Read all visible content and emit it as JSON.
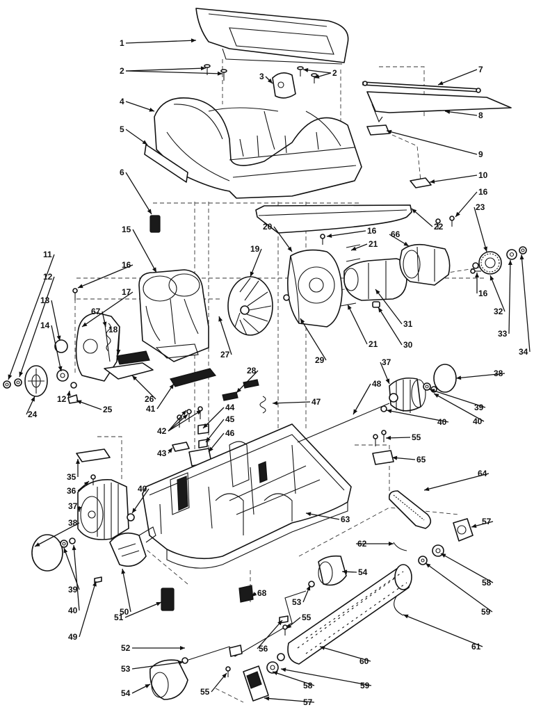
{
  "diagram": {
    "type": "exploded-parts-diagram",
    "line_color": "#111111",
    "background": "#ffffff",
    "callouts": [
      {
        "label": "1"
      },
      {
        "label": "2"
      },
      {
        "label": "2"
      },
      {
        "label": "3"
      },
      {
        "label": "4"
      },
      {
        "label": "5"
      },
      {
        "label": "6"
      },
      {
        "label": "7"
      },
      {
        "label": "8"
      },
      {
        "label": "9"
      },
      {
        "label": "10"
      },
      {
        "label": "11"
      },
      {
        "label": "12"
      },
      {
        "label": "12"
      },
      {
        "label": "13"
      },
      {
        "label": "14"
      },
      {
        "label": "15"
      },
      {
        "label": "16"
      },
      {
        "label": "16"
      },
      {
        "label": "16"
      },
      {
        "label": "16"
      },
      {
        "label": "17"
      },
      {
        "label": "18"
      },
      {
        "label": "19"
      },
      {
        "label": "20"
      },
      {
        "label": "21"
      },
      {
        "label": "21"
      },
      {
        "label": "22"
      },
      {
        "label": "23"
      },
      {
        "label": "24"
      },
      {
        "label": "25"
      },
      {
        "label": "26"
      },
      {
        "label": "27"
      },
      {
        "label": "28"
      },
      {
        "label": "29"
      },
      {
        "label": "30"
      },
      {
        "label": "31"
      },
      {
        "label": "32"
      },
      {
        "label": "33"
      },
      {
        "label": "34"
      },
      {
        "label": "35"
      },
      {
        "label": "36"
      },
      {
        "label": "37"
      },
      {
        "label": "37"
      },
      {
        "label": "38"
      },
      {
        "label": "38"
      },
      {
        "label": "39"
      },
      {
        "label": "39"
      },
      {
        "label": "40"
      },
      {
        "label": "40"
      },
      {
        "label": "40"
      },
      {
        "label": "40"
      },
      {
        "label": "41"
      },
      {
        "label": "42"
      },
      {
        "label": "43"
      },
      {
        "label": "44"
      },
      {
        "label": "45"
      },
      {
        "label": "46"
      },
      {
        "label": "47"
      },
      {
        "label": "48"
      },
      {
        "label": "49"
      },
      {
        "label": "50"
      },
      {
        "label": "51"
      },
      {
        "label": "52"
      },
      {
        "label": "53"
      },
      {
        "label": "53"
      },
      {
        "label": "54"
      },
      {
        "label": "54"
      },
      {
        "label": "55"
      },
      {
        "label": "55"
      },
      {
        "label": "55"
      },
      {
        "label": "56"
      },
      {
        "label": "57"
      },
      {
        "label": "57"
      },
      {
        "label": "58"
      },
      {
        "label": "58"
      },
      {
        "label": "59"
      },
      {
        "label": "59"
      },
      {
        "label": "60"
      },
      {
        "label": "61"
      },
      {
        "label": "62"
      },
      {
        "label": "63"
      },
      {
        "label": "64"
      },
      {
        "label": "65"
      },
      {
        "label": "66"
      },
      {
        "label": "67"
      },
      {
        "label": "68"
      }
    ]
  }
}
